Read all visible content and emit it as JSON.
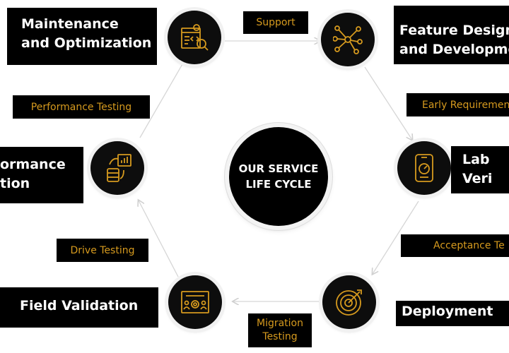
{
  "center": {
    "line1": "OUR SERVICE",
    "line2": "LIFE CYCLE"
  },
  "stages": [
    {
      "line1": "Maintenance",
      "line2": "and Optimization"
    },
    {
      "line1": "Feature Design",
      "line2": "and Developme"
    },
    {
      "line1": "Lab",
      "line2": "Veri"
    },
    {
      "line1": "Deployment"
    },
    {
      "line1": "Field Validation"
    },
    {
      "line1": "ormance",
      "line2": "tion"
    }
  ],
  "transitions": [
    {
      "line1": "Support"
    },
    {
      "line1": "Early Requiremen"
    },
    {
      "line1": "Acceptance Te"
    },
    {
      "line1": "Migration",
      "line2": "Testing"
    },
    {
      "line1": "Drive Testing"
    },
    {
      "line1": "Performance Testing"
    }
  ],
  "icons": [
    "code-settings-search-icon",
    "network-hub-icon",
    "smartphone-speedometer-icon",
    "target-arrow-icon",
    "team-gear-board-icon",
    "database-chart-cycle-icon"
  ],
  "colors": {
    "accent": "#d69a1e",
    "box": "#000000",
    "text": "#ffffff"
  }
}
